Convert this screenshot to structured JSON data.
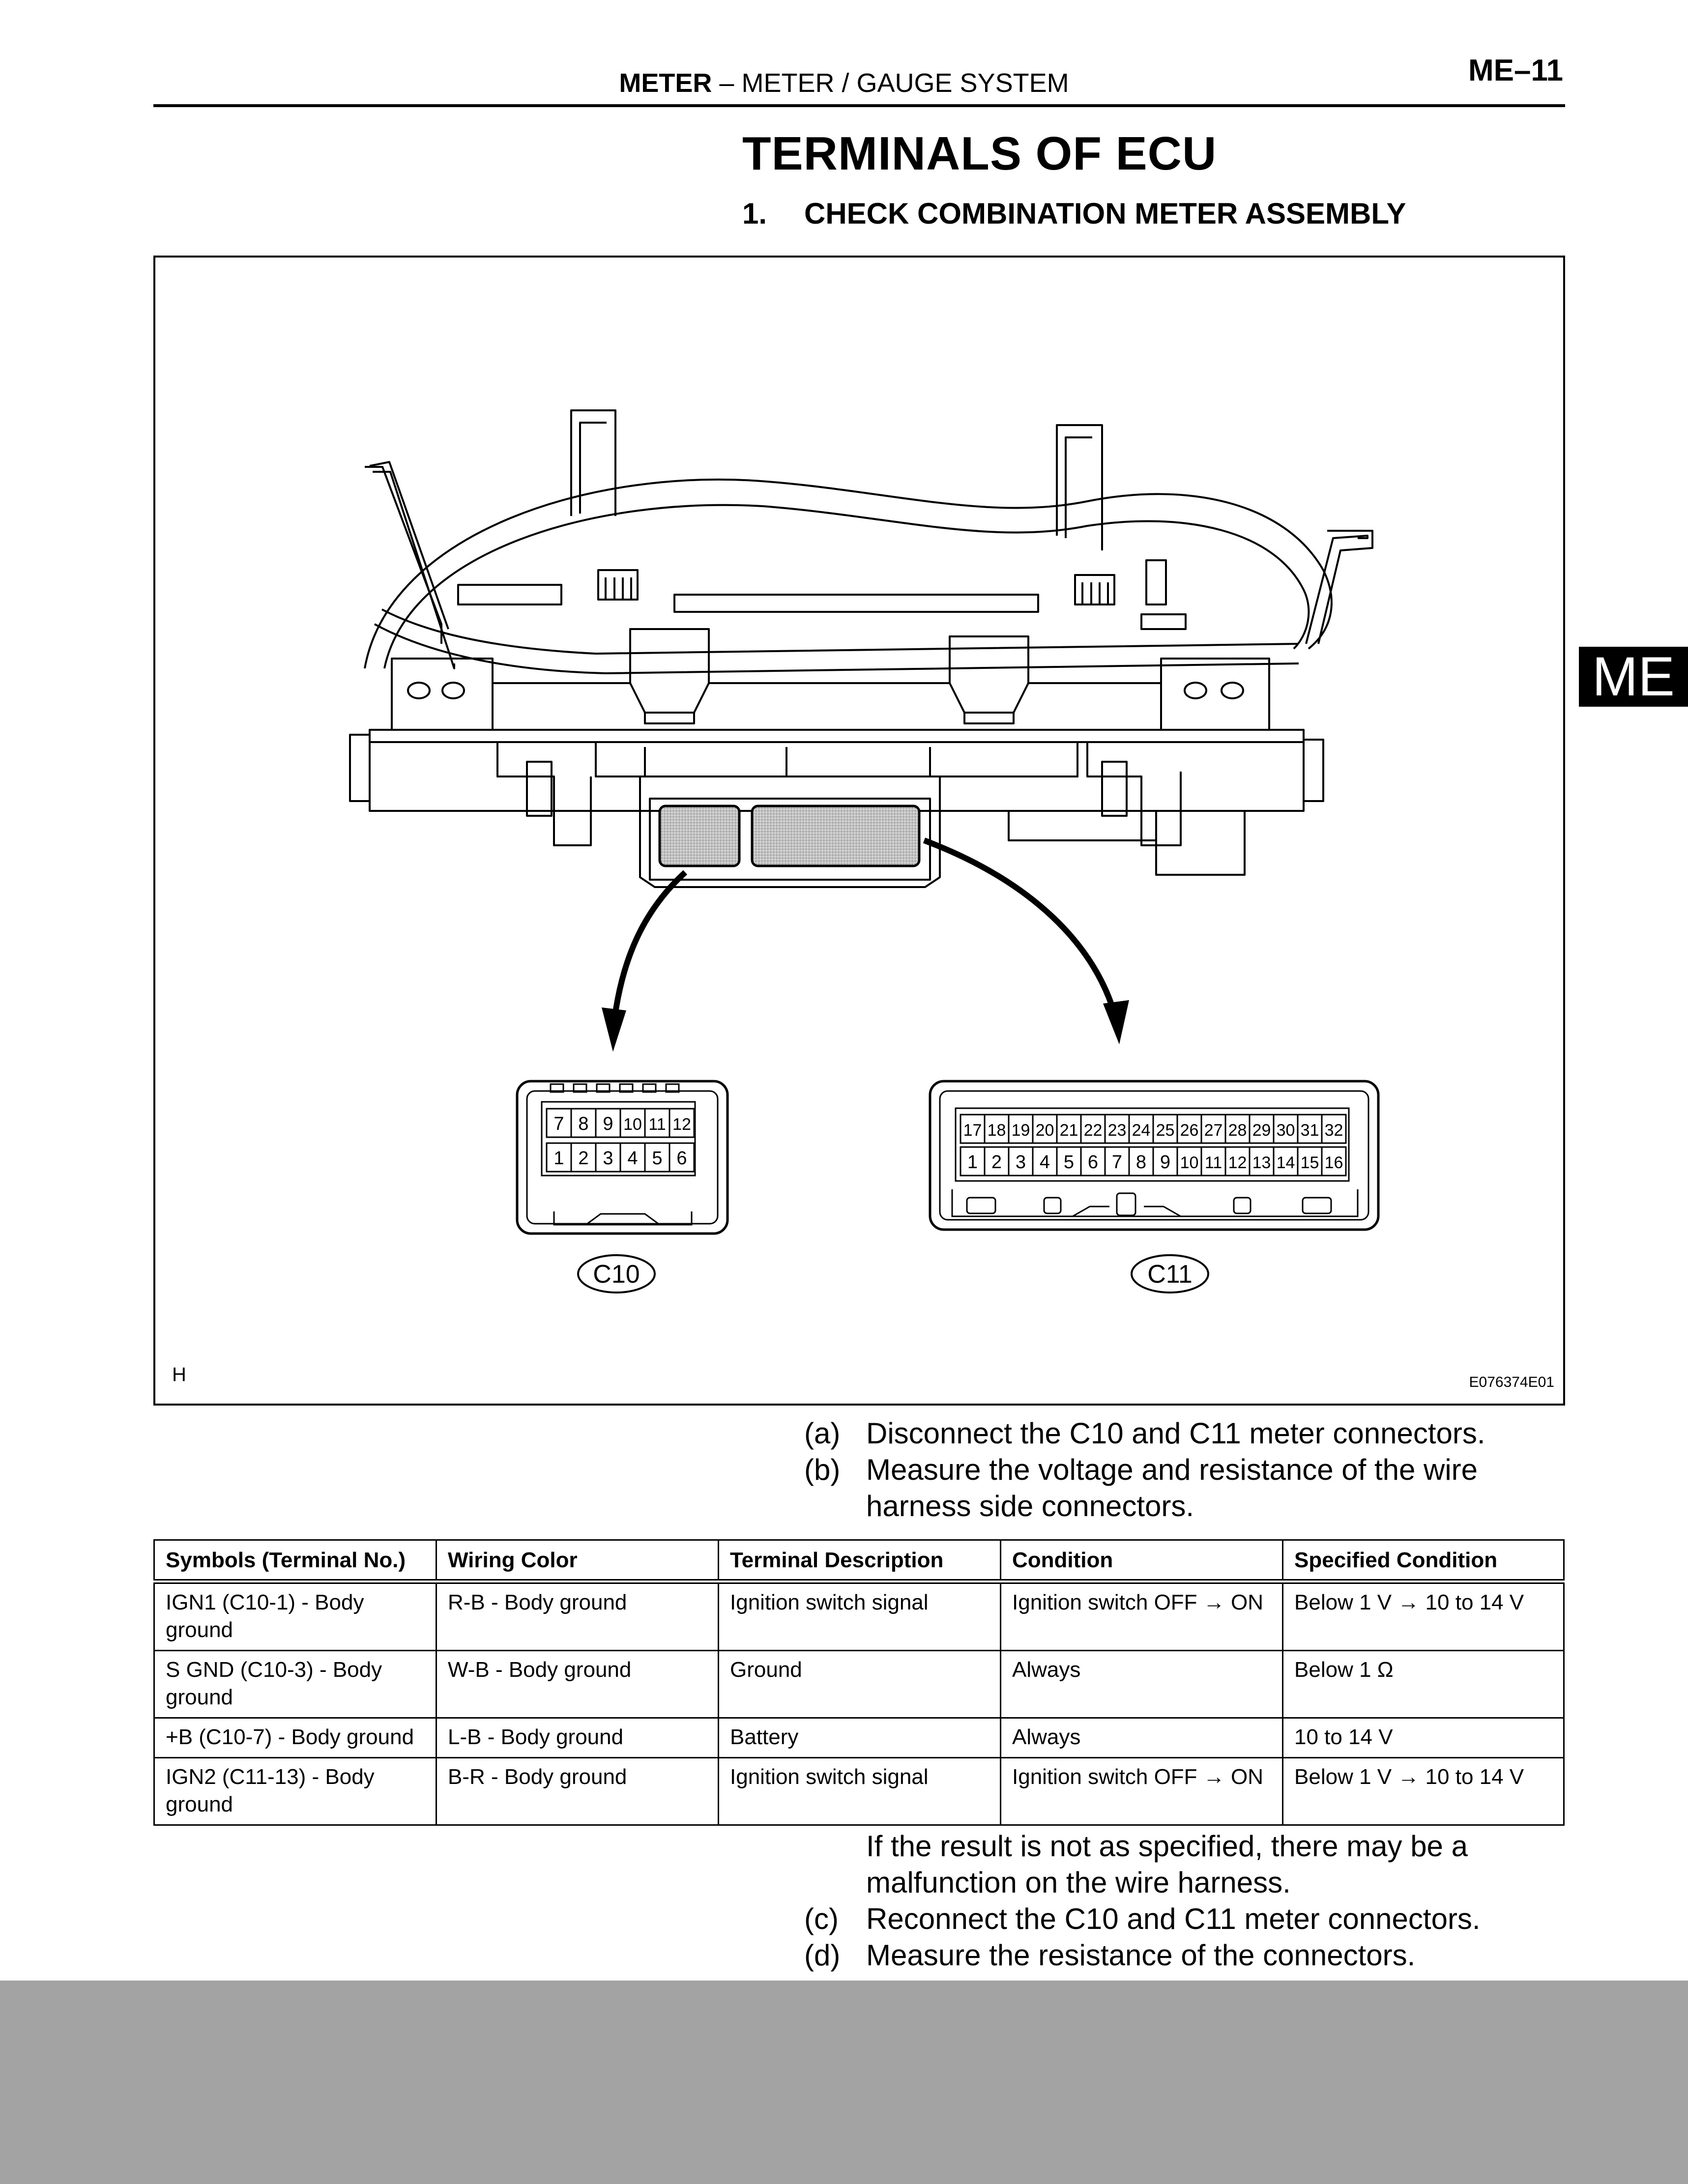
{
  "header": {
    "section_bold": "METER",
    "dash": "–",
    "section_rest": "METER / GAUGE SYSTEM",
    "page_number": "ME–11"
  },
  "side_tab": "ME",
  "title": "TERMINALS OF ECU",
  "step": {
    "number": "1.",
    "text": "CHECK COMBINATION METER ASSEMBLY"
  },
  "figure": {
    "corner_label": "H",
    "figure_code": "E076374E01",
    "connector_c10": {
      "name": "C10",
      "top_row": [
        "7",
        "8",
        "9",
        "10",
        "11",
        "12"
      ],
      "bottom_row": [
        "1",
        "2",
        "3",
        "4",
        "5",
        "6"
      ]
    },
    "connector_c11": {
      "name": "C11",
      "top_row": [
        "17",
        "18",
        "19",
        "20",
        "21",
        "22",
        "23",
        "24",
        "25",
        "26",
        "27",
        "28",
        "29",
        "30",
        "31",
        "32"
      ],
      "bottom_row": [
        "1",
        "2",
        "3",
        "4",
        "5",
        "6",
        "7",
        "8",
        "9",
        "10",
        "11",
        "12",
        "13",
        "14",
        "15",
        "16"
      ]
    }
  },
  "steps_before": [
    {
      "label": "(a)",
      "text": "Disconnect the C10 and C11 meter connectors."
    },
    {
      "label": "(b)",
      "text": "Measure the voltage and resistance of the wire harness side connectors."
    }
  ],
  "table": {
    "headers": [
      "Symbols (Terminal No.)",
      "Wiring Color",
      "Terminal Description",
      "Condition",
      "Specified Condition"
    ],
    "rows": [
      [
        "IGN1 (C10-1) - Body ground",
        "R-B - Body ground",
        "Ignition switch signal",
        "Ignition switch OFF → ON",
        "Below 1 V  → 10 to 14 V"
      ],
      [
        "S GND (C10-3) - Body ground",
        "W-B - Body ground",
        "Ground",
        "Always",
        "Below 1 Ω"
      ],
      [
        "+B (C10-7) - Body ground",
        "L-B - Body ground",
        "Battery",
        "Always",
        "10 to 14 V"
      ],
      [
        "IGN2 (C11-13) - Body ground",
        "B-R - Body ground",
        "Ignition switch signal",
        "Ignition switch OFF → ON",
        "Below 1 V  → 10 to 14 V"
      ]
    ]
  },
  "note": "If the result is not as specified, there may be a malfunction on the wire harness.",
  "steps_after": [
    {
      "label": "(c)",
      "text": "Reconnect the C10 and C11 meter connectors."
    },
    {
      "label": "(d)",
      "text": "Measure the resistance of the connectors."
    }
  ]
}
